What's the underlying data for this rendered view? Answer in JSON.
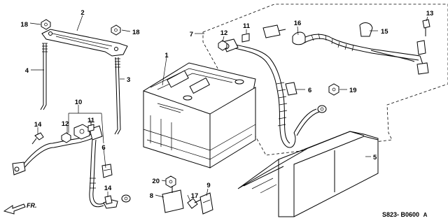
{
  "diagram": {
    "callouts": [
      "1",
      "2",
      "3",
      "4",
      "5",
      "6",
      "6",
      "7",
      "8",
      "9",
      "10",
      "11",
      "11",
      "12",
      "12",
      "13",
      "14",
      "14",
      "15",
      "16",
      "17",
      "18",
      "18",
      "19",
      "20"
    ],
    "direction_label": "FR.",
    "diagram_code": "S823- B0600",
    "diagram_code_suffix": "A"
  }
}
